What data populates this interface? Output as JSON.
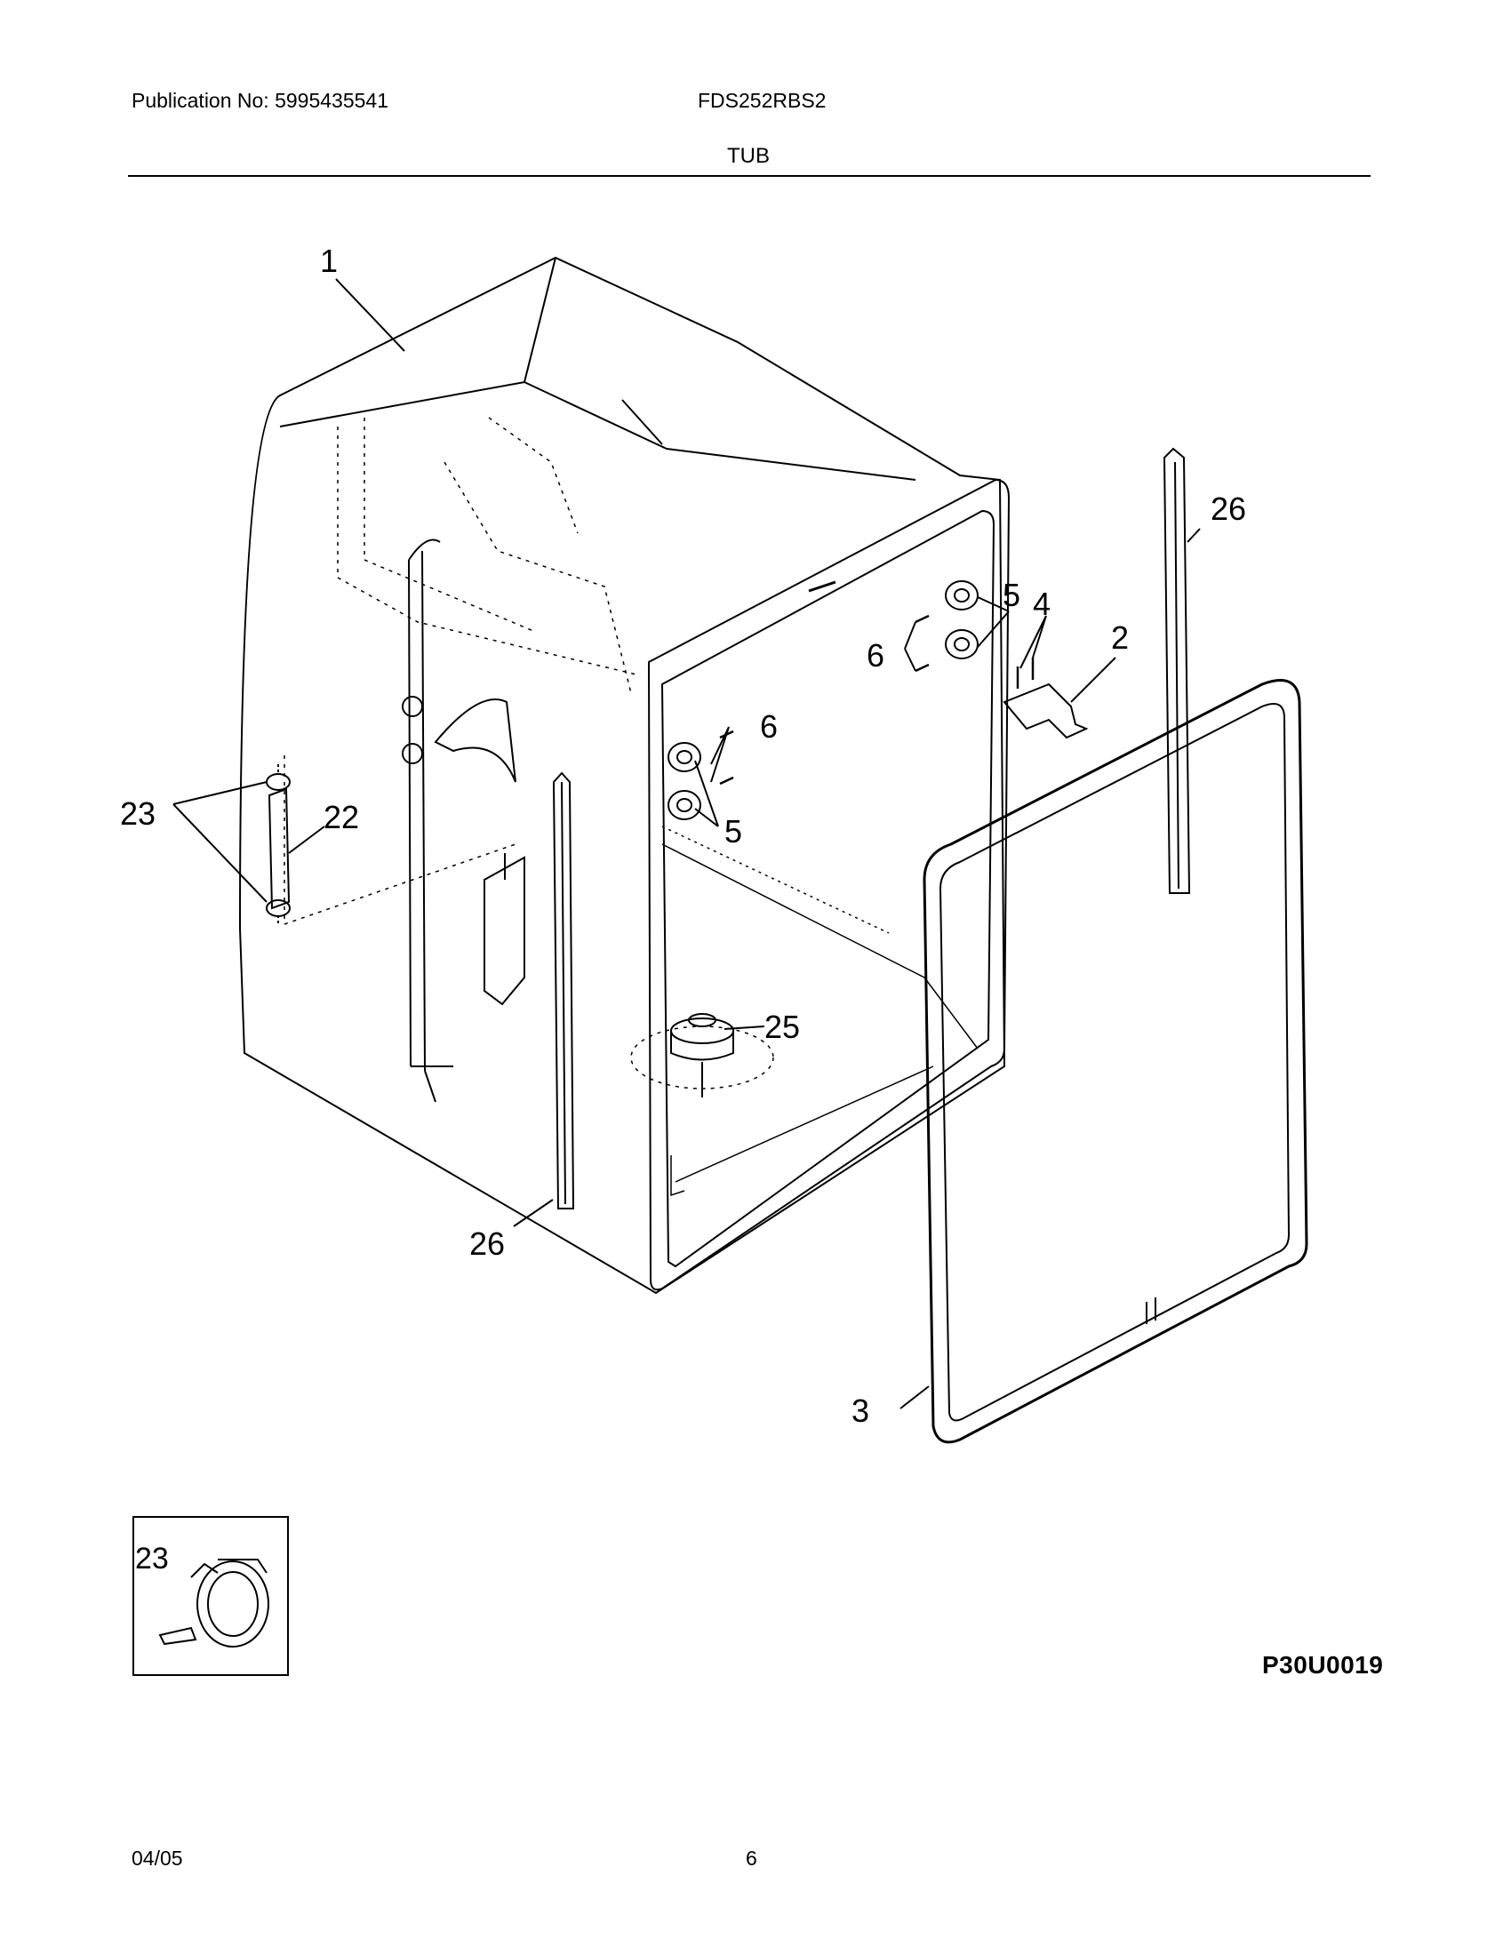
{
  "header": {
    "publication": "Publication No: 5995435541",
    "model": "FDS252RBS2",
    "section_title": "TUB"
  },
  "diagram": {
    "callouts": {
      "c1": "1",
      "c2": "2",
      "c3": "3",
      "c4": "4",
      "c5a": "5",
      "c5b": "5",
      "c6a": "6",
      "c6b": "6",
      "c22": "22",
      "c23": "23",
      "c25": "25",
      "c26a": "26",
      "c26b": "26"
    },
    "inset_label": "23",
    "drawing_code": "P30U0019"
  },
  "footer": {
    "date": "04/05",
    "page": "6"
  }
}
